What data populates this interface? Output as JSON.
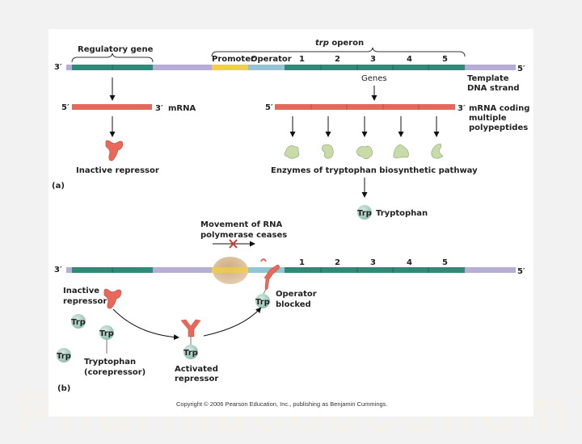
{
  "watermark": "Pharmacoeconomics",
  "panel_a": {
    "label": "(a)",
    "regulatory_gene": "Regulatory gene",
    "operon_title_italic": "trp",
    "operon_title_rest": " operon",
    "promoter": "Promoter",
    "operator": "Operator",
    "genes": [
      "1",
      "2",
      "3",
      "4",
      "5"
    ],
    "strand_3": "3′",
    "strand_5": "5′",
    "template_line1": "Template",
    "template_line2": "DNA strand",
    "genes_label": "Genes",
    "mrna_left_5": "5′",
    "mrna_left_3": "3′",
    "mrna_label": "mRNA",
    "mrna_right_5": "5′",
    "mrna_right_3": "3′",
    "mrna_coding_1": "mRNA coding",
    "mrna_coding_2": "multiple",
    "mrna_coding_3": "polypeptides",
    "inactive_repressor": "Inactive repressor",
    "enzymes": "Enzymes of tryptophan biosynthetic pathway",
    "trp": "Trp",
    "tryptophan": "Tryptophan"
  },
  "panel_b": {
    "label": "(b)",
    "movement_1": "Movement of RNA",
    "movement_2": "polymerase ceases",
    "strand_3": "3′",
    "strand_5": "5′",
    "genes": [
      "1",
      "2",
      "3",
      "4",
      "5"
    ],
    "inactive_1": "Inactive",
    "inactive_2": "repressor",
    "trp": "Trp",
    "tryptophan_1": "Tryptophan",
    "tryptophan_2": "(corepressor)",
    "activated_1": "Activated",
    "activated_2": "repressor",
    "operator_blocked_1": "Operator",
    "operator_blocked_2": "blocked"
  },
  "colors": {
    "gene_green": "#2e8b78",
    "spacer_lavender": "#b7aed6",
    "promoter_yellow": "#f2cf45",
    "operator_blue": "#8ec6d3",
    "mrna_red": "#e06a5c",
    "repressor_red": "#e8685a",
    "enzyme_green": "#c8dba8",
    "trp_circle": "#a8cfc0",
    "polymerase_tan": "#d9b990"
  },
  "copyright": "Copyright © 2006 Pearson Education, Inc., publishing as Benjamin Cummings."
}
